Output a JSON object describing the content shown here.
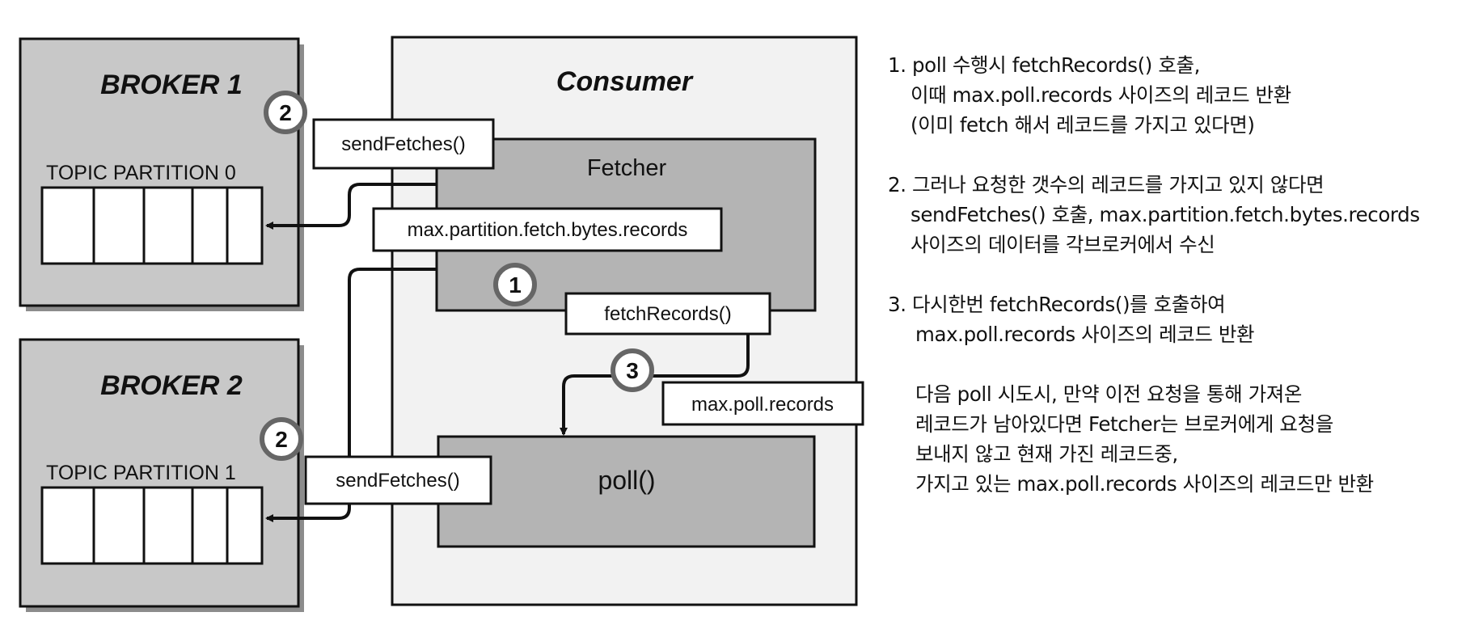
{
  "colors": {
    "broker_fill": "#c8c8c8",
    "consumer_fill": "#f2f2f2",
    "fetcher_fill": "#b4b4b4",
    "label_fill": "#ffffff",
    "badge_stroke": "#666666",
    "line": "#111111"
  },
  "broker1": {
    "title": "BROKER 1",
    "partition_label": "TOPIC PARTITION 0",
    "send_badge": "2"
  },
  "broker2": {
    "title": "BROKER 2",
    "partition_label": "TOPIC PARTITION 1",
    "send_badge": "2"
  },
  "consumer": {
    "title": "Consumer",
    "fetcher_title": "Fetcher",
    "poll_label": "poll()",
    "send_fetches_label_1": "sendFetches()",
    "send_fetches_label_2": "sendFetches()",
    "partition_bytes_label": "max.partition.fetch.bytes.records",
    "fetch_records_label": "fetchRecords()",
    "max_poll_records_label": "max.poll.records",
    "badge_1": "1",
    "badge_3": "3"
  },
  "notes": [
    {
      "lines": [
        "1. poll 수행시 fetchRecords() 호출,",
        "이때 max.poll.records 사이즈의 레코드 반환",
        "(이미 fetch 해서 레코드를 가지고 있다면)"
      ]
    },
    {
      "lines": [
        "2. 그러나 요청한 갯수의 레코드를 가지고 있지 않다면",
        "sendFetches() 호출,  max.partition.fetch.bytes.records",
        "사이즈의 데이터를 각브로커에서 수신"
      ]
    },
    {
      "lines": [
        "3. 다시한번 fetchRecords()를 호출하여",
        "max.poll.records 사이즈의 레코드 반환"
      ]
    },
    {
      "lines": [
        "다음 poll 시도시, 만약 이전 요청을 통해 가져온",
        "레코드가 남아있다면  Fetcher는 브로커에게 요청을",
        "보내지 않고 현재 가진 레코드중,",
        "가지고 있는 max.poll.records 사이즈의 레코드만 반환"
      ]
    }
  ]
}
